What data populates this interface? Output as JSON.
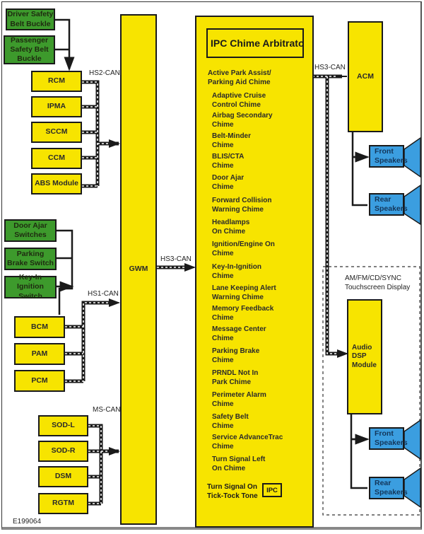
{
  "diagram": {
    "title": "IPC Chime Arbitrator",
    "reference": "E199064",
    "colors": {
      "module": "#f7e400",
      "switch": "#3d9a2c",
      "speaker": "#3b9ee0",
      "wire": "#1a1a1a"
    },
    "hs2_group": {
      "bus_label": "HS2-CAN",
      "inputs": [
        "Driver Safety Belt Buckle",
        "Passenger Safety Belt Buckle"
      ],
      "modules": [
        "RCM",
        "IPMA",
        "SCCM",
        "CCM",
        "ABS Module"
      ]
    },
    "hs1_group": {
      "bus_label": "HS1-CAN",
      "inputs": [
        "Door Ajar Switches",
        "Parking Brake Switch",
        "Key-In Ignition Switch"
      ],
      "modules": [
        "BCM",
        "PAM",
        "PCM"
      ]
    },
    "ms_group": {
      "bus_label": "MS-CAN",
      "modules": [
        "SOD-L",
        "SOD-R",
        "DSM",
        "RGTM"
      ]
    },
    "gateway": {
      "label": "GWM",
      "output_bus_label": "HS3-CAN"
    },
    "ipc": {
      "arbitrator_title": "IPC Chime Arbitrator",
      "chimes": [
        "Active Park Assist/\nParking Aid Chime",
        "Adaptive Cruise\nControl Chime",
        "Airbag Secondary\nChime",
        "Belt-Minder\nChime",
        "BLIS/CTA\nChime",
        "Door Ajar\nChime",
        "Forward Collision\nWarning Chime",
        "Headlamps\nOn Chime",
        "Ignition/Engine On\nChime",
        "Key-In-Ignition\nChime",
        "Lane Keeping Alert\nWarning Chime",
        "Memory Feedback\nChime",
        "Message Center\nChime",
        "Parking Brake\nChime",
        "PRNDL Not In\nPark Chime",
        "Perimeter Alarm\nChime",
        "Safety Belt\nChime",
        "Service AdvanceTrac\nChime",
        "Turn Signal Left\nOn Chime"
      ],
      "tick_tock": "Turn Signal On\nTick-Tock Tone",
      "speaker_label": "IPC"
    },
    "output_bus_label": "HS3-CAN",
    "acm": {
      "label": "ACM",
      "speakers": [
        "Front Speakers",
        "Rear Speakers"
      ]
    },
    "sync": {
      "group_label": "AM/FM/CD/SYNC\nTouchscreen Display",
      "module": "Audio DSP Module",
      "speakers": [
        "Front Speakers",
        "Rear Speakers"
      ]
    }
  }
}
